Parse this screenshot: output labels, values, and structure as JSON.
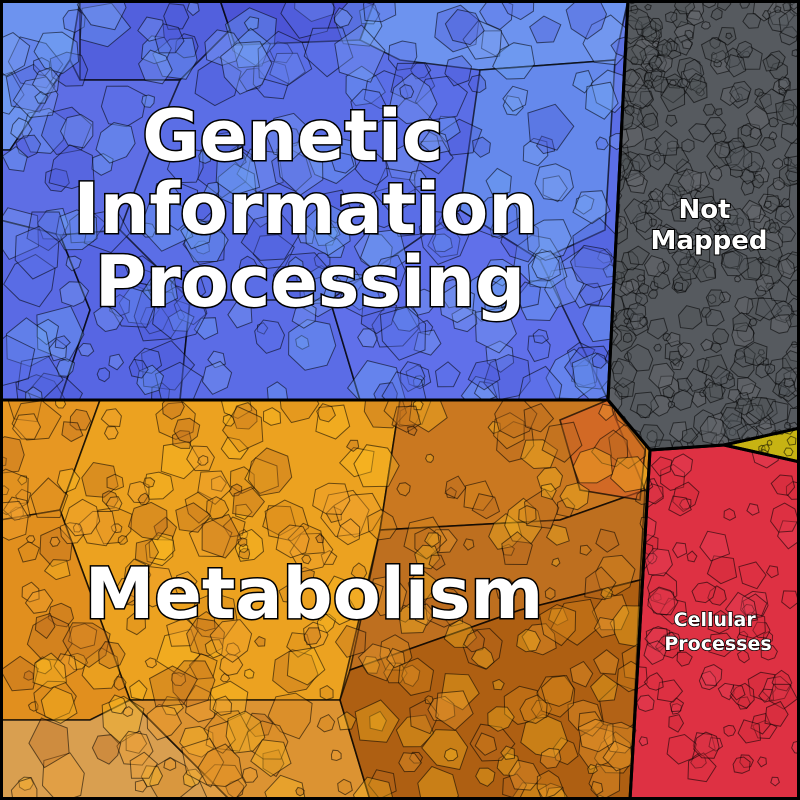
{
  "categories": [
    {
      "id": "genetic",
      "label_lines": [
        "Genetic",
        "Information",
        "Processing"
      ],
      "color": "#5a6fe8",
      "accent": "#6fa6f4"
    },
    {
      "id": "not-mapped",
      "label_lines": [
        "Not",
        "Mapped"
      ],
      "color": "#575b60",
      "accent": "#6a6e72"
    },
    {
      "id": "metabolism",
      "label_lines": [
        "Metabolism"
      ],
      "color": "#d98a1e",
      "accent": "#fbbc22"
    },
    {
      "id": "cellular",
      "label_lines": [
        "Cellular",
        "Processes"
      ],
      "color": "#de3143",
      "accent": "#e5435a"
    },
    {
      "id": "other",
      "label_lines": [],
      "color": "#c7b313",
      "accent": "#d4c21f"
    }
  ],
  "tiny_label": ""
}
